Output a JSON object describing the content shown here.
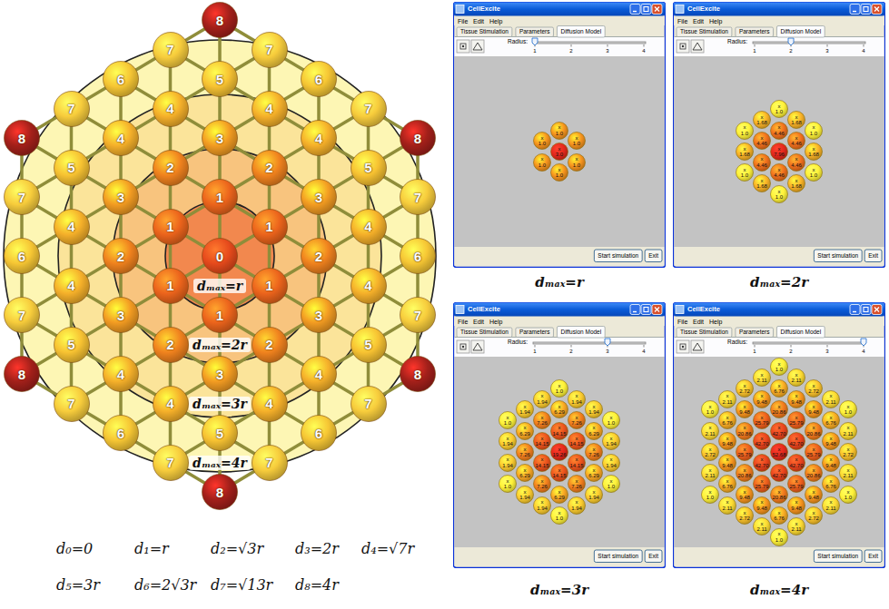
{
  "diagram": {
    "nodes": [
      {
        "text": [
          "8"
        ]
      },
      {
        "text": [
          "7"
        ]
      },
      {
        "text": [
          "7"
        ]
      },
      {
        "text": [
          "6"
        ]
      },
      {
        "text": [
          "5"
        ]
      },
      {
        "text": [
          "6"
        ]
      },
      {
        "text": [
          "7"
        ]
      },
      {
        "text": [
          "4"
        ]
      },
      {
        "text": [
          "4"
        ]
      },
      {
        "text": [
          "7"
        ]
      },
      {
        "text": [
          "8"
        ]
      },
      {
        "text": [
          "4"
        ]
      },
      {
        "text": [
          "3"
        ]
      },
      {
        "text": [
          "4"
        ]
      },
      {
        "text": [
          "8"
        ]
      },
      {
        "text": [
          "5"
        ]
      },
      {
        "text": [
          "2"
        ]
      },
      {
        "text": [
          "2"
        ]
      },
      {
        "text": [
          "5"
        ]
      },
      {
        "text": [
          "7"
        ]
      },
      {
        "text": [
          "3"
        ]
      },
      {
        "text": [
          "1"
        ]
      },
      {
        "text": [
          "3"
        ]
      },
      {
        "text": [
          "7"
        ]
      },
      {
        "text": [
          "4"
        ]
      },
      {
        "text": [
          "1"
        ]
      },
      {
        "text": [
          "1"
        ]
      },
      {
        "text": [
          "4"
        ]
      },
      {
        "text": [
          "6"
        ]
      },
      {
        "text": [
          "2"
        ]
      },
      {
        "text": [
          "0"
        ]
      },
      {
        "text": [
          "2"
        ]
      },
      {
        "text": [
          "6"
        ]
      },
      {
        "text": [
          "4"
        ]
      },
      {
        "text": [
          "1"
        ]
      },
      {
        "text": [
          "1"
        ]
      },
      {
        "text": [
          "4"
        ]
      },
      {
        "text": [
          "7"
        ]
      },
      {
        "text": [
          "3"
        ]
      },
      {
        "text": [
          "1"
        ]
      },
      {
        "text": [
          "3"
        ]
      },
      {
        "text": [
          "7"
        ]
      },
      {
        "text": [
          "5"
        ]
      },
      {
        "text": [
          "2"
        ]
      },
      {
        "text": [
          "2"
        ]
      },
      {
        "text": [
          "5"
        ]
      },
      {
        "text": [
          "8"
        ]
      },
      {
        "text": [
          "4"
        ]
      },
      {
        "text": [
          "3"
        ]
      },
      {
        "text": [
          "4"
        ]
      },
      {
        "text": [
          "8"
        ]
      },
      {
        "text": [
          "7"
        ]
      },
      {
        "text": [
          "4"
        ]
      },
      {
        "text": [
          "4"
        ]
      },
      {
        "text": [
          "7"
        ]
      },
      {
        "text": [
          "6"
        ]
      },
      {
        "text": [
          "5"
        ]
      },
      {
        "text": [
          "6"
        ]
      },
      {
        "text": [
          "7"
        ]
      },
      {
        "text": [
          "7"
        ]
      },
      {
        "text": [
          "8"
        ]
      },
      {
        "text": [
          "CellExcite",
          "File",
          "Edit",
          "Help",
          "Tissue Stimulation",
          "Parameters",
          "Diffusion Model",
          "Radius:",
          "1",
          "2",
          "3",
          "4",
          "Start simulation",
          "Exit"
        ]
      },
      {
        "text": [
          "x",
          "1.0"
        ],
        "in": 61
      },
      {
        "text": [
          "x",
          "1.0"
        ],
        "in": 61
      },
      {
        "text": [
          "x",
          "1.0"
        ],
        "in": 61
      },
      {
        "text": [
          "x",
          "3.0"
        ],
        "in": 61
      },
      {
        "text": [
          "x",
          "1.0"
        ],
        "in": 61
      },
      {
        "text": [
          "x",
          "1.0"
        ],
        "in": 61
      },
      {
        "text": [
          "x",
          "1.0"
        ],
        "in": 61
      },
      {
        "text": [
          "CellExcite",
          "File",
          "Edit",
          "Help",
          "Tissue Stimulation",
          "Parameters",
          "Diffusion Model",
          "Radius:",
          "1",
          "2",
          "3",
          "4",
          "Start simulation",
          "Exit"
        ]
      },
      {
        "text": [
          "x",
          "1.0"
        ],
        "in": 69
      },
      {
        "text": [
          "x",
          "1.68"
        ],
        "in": 69
      },
      {
        "text": [
          "x",
          "1.68"
        ],
        "in": 69
      },
      {
        "text": [
          "x",
          "1.0"
        ],
        "in": 69
      },
      {
        "text": [
          "x",
          "4.46"
        ],
        "in": 69
      },
      {
        "text": [
          "x",
          "1.0"
        ],
        "in": 69
      },
      {
        "text": [
          "x",
          "4.46"
        ],
        "in": 69
      },
      {
        "text": [
          "x",
          "4.46"
        ],
        "in": 69
      },
      {
        "text": [
          "x",
          "1.68"
        ],
        "in": 69
      },
      {
        "text": [
          "x",
          "7.96"
        ],
        "in": 69
      },
      {
        "text": [
          "x",
          "1.68"
        ],
        "in": 69
      },
      {
        "text": [
          "x",
          "4.46"
        ],
        "in": 69
      },
      {
        "text": [
          "x",
          "4.46"
        ],
        "in": 69
      },
      {
        "text": [
          "x",
          "1.0"
        ],
        "in": 69
      },
      {
        "text": [
          "x",
          "4.46"
        ],
        "in": 69
      },
      {
        "text": [
          "x",
          "1.0"
        ],
        "in": 69
      },
      {
        "text": [
          "x",
          "1.68"
        ],
        "in": 69
      },
      {
        "text": [
          "x",
          "1.68"
        ],
        "in": 69
      },
      {
        "text": [
          "x",
          "1.0"
        ],
        "in": 69
      },
      {
        "text": [
          "CellExcite",
          "File",
          "Edit",
          "Help",
          "Tissue Stimulation",
          "Parameters",
          "Diffusion Model",
          "Radius:",
          "1",
          "2",
          "3",
          "4",
          "Start simulation",
          "Exit"
        ]
      },
      {
        "text": [
          "x",
          "1.0"
        ],
        "in": 89
      },
      {
        "text": [
          "x",
          "1.94"
        ],
        "in": 89
      },
      {
        "text": [
          "x",
          "1.94"
        ],
        "in": 89
      },
      {
        "text": [
          "x",
          "1.94"
        ],
        "in": 89
      },
      {
        "text": [
          "x",
          "6.29"
        ],
        "in": 89
      },
      {
        "text": [
          "x",
          "1.94"
        ],
        "in": 89
      },
      {
        "text": [
          "x",
          "1.0"
        ],
        "in": 89
      },
      {
        "text": [
          "x",
          "7.26"
        ],
        "in": 89
      },
      {
        "text": [
          "x",
          "7.26"
        ],
        "in": 89
      },
      {
        "text": [
          "x",
          "1.0"
        ],
        "in": 89
      },
      {
        "text": [
          "x",
          "6.29"
        ],
        "in": 89
      },
      {
        "text": [
          "x",
          "14.15"
        ],
        "in": 89
      },
      {
        "text": [
          "x",
          "6.29"
        ],
        "in": 89
      },
      {
        "text": [
          "x",
          "1.94"
        ],
        "in": 89
      },
      {
        "text": [
          "x",
          "14.15"
        ],
        "in": 89
      },
      {
        "text": [
          "x",
          "14.15"
        ],
        "in": 89
      },
      {
        "text": [
          "x",
          "1.94"
        ],
        "in": 89
      },
      {
        "text": [
          "x",
          "7.26"
        ],
        "in": 89
      },
      {
        "text": [
          "x",
          "19.26"
        ],
        "in": 89
      },
      {
        "text": [
          "x",
          "7.26"
        ],
        "in": 89
      },
      {
        "text": [
          "x",
          "1.94"
        ],
        "in": 89
      },
      {
        "text": [
          "x",
          "14.15"
        ],
        "in": 89
      },
      {
        "text": [
          "x",
          "14.15"
        ],
        "in": 89
      },
      {
        "text": [
          "x",
          "1.94"
        ],
        "in": 89
      },
      {
        "text": [
          "x",
          "6.29"
        ],
        "in": 89
      },
      {
        "text": [
          "x",
          "14.15"
        ],
        "in": 89
      },
      {
        "text": [
          "x",
          "6.29"
        ],
        "in": 89
      },
      {
        "text": [
          "x",
          "1.0"
        ],
        "in": 89
      },
      {
        "text": [
          "x",
          "7.26"
        ],
        "in": 89
      },
      {
        "text": [
          "x",
          "7.26"
        ],
        "in": 89
      },
      {
        "text": [
          "x",
          "1.0"
        ],
        "in": 89
      },
      {
        "text": [
          "x",
          "1.94"
        ],
        "in": 89
      },
      {
        "text": [
          "x",
          "6.29"
        ],
        "in": 89
      },
      {
        "text": [
          "x",
          "1.94"
        ],
        "in": 89
      },
      {
        "text": [
          "x",
          "1.94"
        ],
        "in": 89
      },
      {
        "text": [
          "x",
          "1.94"
        ],
        "in": 89
      },
      {
        "text": [
          "x",
          "1.0"
        ],
        "in": 89
      },
      {
        "text": [
          "CellExcite",
          "File",
          "Edit",
          "Help",
          "Tissue Stimulation",
          "Parameters",
          "Diffusion Model",
          "Radius:",
          "1",
          "2",
          "3",
          "4",
          "Start simulation",
          "Exit"
        ]
      },
      {
        "text": [
          "x",
          "1.0"
        ],
        "in": 127
      },
      {
        "text": [
          "x",
          "2.11"
        ],
        "in": 127
      },
      {
        "text": [
          "x",
          "2.11"
        ],
        "in": 127
      },
      {
        "text": [
          "x",
          "2.72"
        ],
        "in": 127
      },
      {
        "text": [
          "x",
          "6.76"
        ],
        "in": 127
      },
      {
        "text": [
          "x",
          "2.72"
        ],
        "in": 127
      },
      {
        "text": [
          "x",
          "2.11"
        ],
        "in": 127
      },
      {
        "text": [
          "x",
          "9.48"
        ],
        "in": 127
      },
      {
        "text": [
          "x",
          "9.48"
        ],
        "in": 127
      },
      {
        "text": [
          "x",
          "2.11"
        ],
        "in": 127
      },
      {
        "text": [
          "x",
          "1.0"
        ],
        "in": 127
      },
      {
        "text": [
          "x",
          "9.48"
        ],
        "in": 127
      },
      {
        "text": [
          "x",
          "20.86"
        ],
        "in": 127
      },
      {
        "text": [
          "x",
          "9.48"
        ],
        "in": 127
      },
      {
        "text": [
          "x",
          "1.0"
        ],
        "in": 127
      },
      {
        "text": [
          "x",
          "6.76"
        ],
        "in": 127
      },
      {
        "text": [
          "x",
          "25.79"
        ],
        "in": 127
      },
      {
        "text": [
          "x",
          "25.79"
        ],
        "in": 127
      },
      {
        "text": [
          "x",
          "6.76"
        ],
        "in": 127
      },
      {
        "text": [
          "x",
          "2.11"
        ],
        "in": 127
      },
      {
        "text": [
          "x",
          "20.86"
        ],
        "in": 127
      },
      {
        "text": [
          "x",
          "42.70"
        ],
        "in": 127
      },
      {
        "text": [
          "x",
          "20.86"
        ],
        "in": 127
      },
      {
        "text": [
          "x",
          "2.11"
        ],
        "in": 127
      },
      {
        "text": [
          "x",
          "9.48"
        ],
        "in": 127
      },
      {
        "text": [
          "x",
          "42.70"
        ],
        "in": 127
      },
      {
        "text": [
          "x",
          "42.70"
        ],
        "in": 127
      },
      {
        "text": [
          "x",
          "9.48"
        ],
        "in": 127
      },
      {
        "text": [
          "x",
          "2.72"
        ],
        "in": 127
      },
      {
        "text": [
          "x",
          "25.79"
        ],
        "in": 127
      },
      {
        "text": [
          "x",
          "52.68"
        ],
        "in": 127
      },
      {
        "text": [
          "x",
          "25.79"
        ],
        "in": 127
      },
      {
        "text": [
          "x",
          "2.72"
        ],
        "in": 127
      },
      {
        "text": [
          "x",
          "9.48"
        ],
        "in": 127
      },
      {
        "text": [
          "x",
          "42.70"
        ],
        "in": 127
      },
      {
        "text": [
          "x",
          "42.70"
        ],
        "in": 127
      },
      {
        "text": [
          "x",
          "9.48"
        ],
        "in": 127
      },
      {
        "text": [
          "x",
          "2.11"
        ],
        "in": 127
      },
      {
        "text": [
          "x",
          "20.86"
        ],
        "in": 127
      },
      {
        "text": [
          "x",
          "42.70"
        ],
        "in": 127
      },
      {
        "text": [
          "x",
          "20.86"
        ],
        "in": 127
      },
      {
        "text": [
          "x",
          "2.11"
        ],
        "in": 127
      },
      {
        "text": [
          "x",
          "6.76"
        ],
        "in": 127
      },
      {
        "text": [
          "x",
          "25.79"
        ],
        "in": 127
      },
      {
        "text": [
          "x",
          "25.79"
        ],
        "in": 127
      },
      {
        "text": [
          "x",
          "6.76"
        ],
        "in": 127
      },
      {
        "text": [
          "x",
          "1.0"
        ],
        "in": 127
      },
      {
        "text": [
          "x",
          "9.48"
        ],
        "in": 127
      },
      {
        "text": [
          "x",
          "20.86"
        ],
        "in": 127
      },
      {
        "text": [
          "x",
          "9.48"
        ],
        "in": 127
      },
      {
        "text": [
          "x",
          "1.0"
        ],
        "in": 127
      },
      {
        "text": [
          "x",
          "2.11"
        ],
        "in": 127
      },
      {
        "text": [
          "x",
          "9.48"
        ],
        "in": 127
      },
      {
        "text": [
          "x",
          "9.48"
        ],
        "in": 127
      },
      {
        "text": [
          "x",
          "2.11"
        ],
        "in": 127
      },
      {
        "text": [
          "x",
          "2.72"
        ],
        "in": 127
      },
      {
        "text": [
          "x",
          "6.76"
        ],
        "in": 127
      },
      {
        "text": [
          "x",
          "2.72"
        ],
        "in": 127
      },
      {
        "text": [
          "x",
          "2.11"
        ],
        "in": 127
      },
      {
        "text": [
          "x",
          "2.11"
        ],
        "in": 127
      },
      {
        "text": [
          "x",
          "1.0"
        ],
        "in": 127
      }
    ],
    "labels": [
      "dₘₐₓ=r",
      "dₘₐₓ=2r",
      "dₘₐₓ=3r",
      "dₘₐₓ=4r",
      "d₀=0",
      "d₁=r",
      "d₂=√3r",
      "d₃=2r",
      "d₄=√7r",
      "d₅=3r",
      "d₆=2√3r",
      "d₇=√13r",
      "d₈=4r",
      "dₘₐₓ=r",
      "dₘₐₓ=2r",
      "dₘₐₓ=3r",
      "dₘₐₓ=4r"
    ]
  }
}
